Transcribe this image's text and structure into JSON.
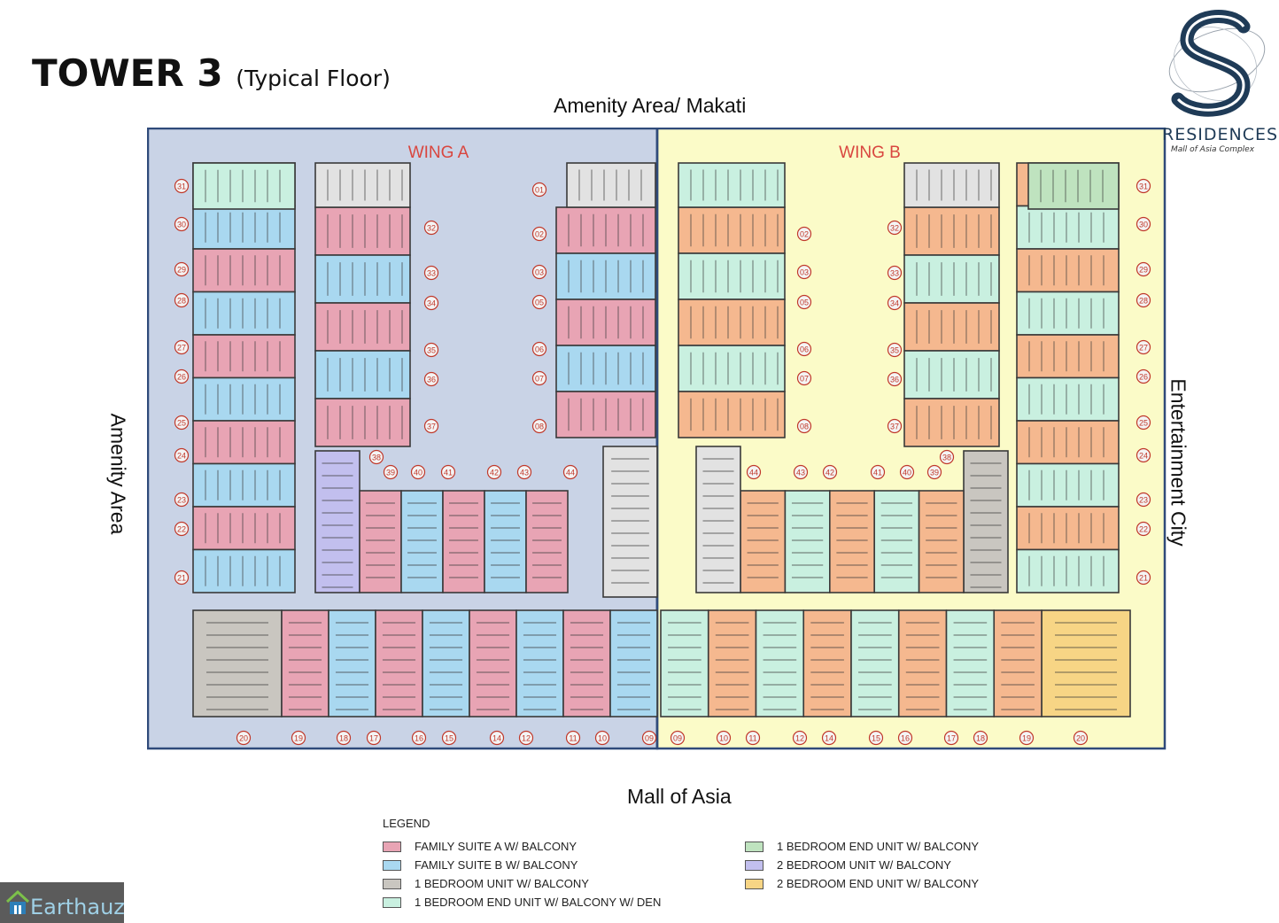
{
  "title": {
    "main": "TOWER 3",
    "sub": "(Typical Floor)"
  },
  "labels": {
    "top": "Amenity Area/ Makati",
    "bottom": "Mall of Asia",
    "left": "Amenity Area",
    "right": "Entertainment City",
    "wing_a": "WING A",
    "wing_b": "WING B"
  },
  "logo": {
    "name": "RESIDENCES",
    "sub": "Mall of Asia Complex"
  },
  "watermark": {
    "text": "Earthauz"
  },
  "legend": {
    "title": "LEGEND",
    "items": [
      {
        "label": "FAMILY SUITE A W/ BALCONY",
        "color": "#e8a4b4"
      },
      {
        "label": "FAMILY SUITE B W/ BALCONY",
        "color": "#a9d8f0"
      },
      {
        "label": "1 BEDROOM UNIT W/ BALCONY",
        "color": "#c9c6c0"
      },
      {
        "label": "1 BEDROOM END UNIT W/ BALCONY W/ DEN",
        "color": "#c9f0e0"
      },
      {
        "label": "1 BEDROOM END UNIT W/ BALCONY",
        "color": "#bfe3bf"
      },
      {
        "label": "2 BEDROOM UNIT W/ BALCONY",
        "color": "#c2bfee"
      },
      {
        "label": "2 BEDROOM END UNIT W/ BALCONY",
        "color": "#f7d585"
      }
    ]
  },
  "colors": {
    "wing_a_bg": "#c9d3e6",
    "wing_b_bg": "#fbfbc8",
    "wing_border": "#2f4a7a",
    "wing_label": "#d9463f",
    "marker": "#c0392b",
    "wall": "#3a3a3a",
    "family_a": "#e8a4b4",
    "family_b": "#a9d8f0",
    "one_br": "#c9c6c0",
    "one_br_end_den": "#c9f0e0",
    "one_br_end": "#bfe3bf",
    "two_br": "#c2bfee",
    "two_br_end": "#f7d585",
    "orange": "#f5b88f",
    "mint": "#c9f0e0"
  },
  "unit_numbers": {
    "wing_a_left_col": [
      "31",
      "30",
      "29",
      "28",
      "27",
      "26",
      "25",
      "24",
      "23",
      "22",
      "21"
    ],
    "wing_a_inner_col": [
      "32",
      "33",
      "34",
      "35",
      "36",
      "37"
    ],
    "wing_a_right_col": [
      "01",
      "02",
      "03",
      "05",
      "06",
      "07",
      "08"
    ],
    "wing_a_middle_row": [
      "38",
      "39",
      "40",
      "41",
      "42",
      "43",
      "44"
    ],
    "wing_a_bottom_row": [
      "20",
      "19",
      "18",
      "17",
      "16",
      "15",
      "14",
      "12",
      "11",
      "10",
      "09"
    ],
    "wing_b_left_col": [
      "02",
      "03",
      "05",
      "06",
      "07",
      "08"
    ],
    "wing_b_inner_col": [
      "32",
      "33",
      "34",
      "35",
      "36",
      "37"
    ],
    "wing_b_right_col": [
      "31",
      "30",
      "29",
      "28",
      "27",
      "26",
      "25",
      "24",
      "23",
      "22",
      "21"
    ],
    "wing_b_middle_row": [
      "44",
      "43",
      "42",
      "41",
      "40",
      "39",
      "38"
    ],
    "wing_b_bottom_row": [
      "09",
      "10",
      "11",
      "12",
      "14",
      "15",
      "16",
      "17",
      "18",
      "19",
      "20"
    ]
  }
}
